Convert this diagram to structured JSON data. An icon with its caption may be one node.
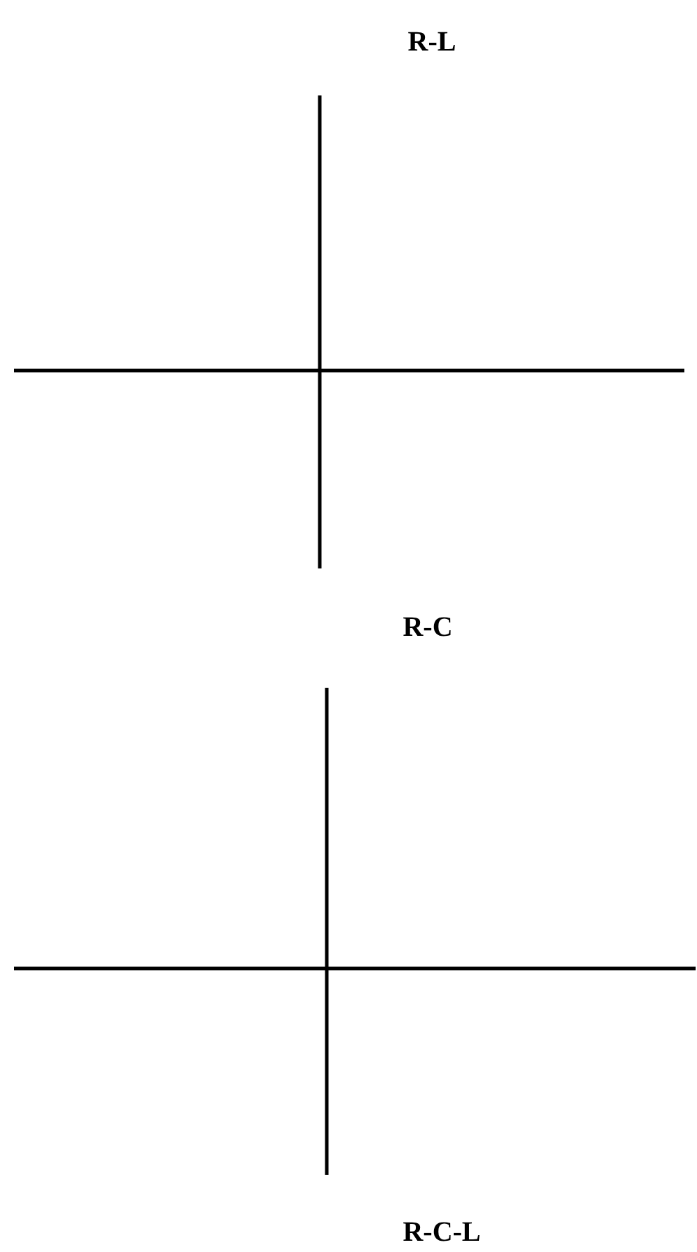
{
  "diagram": {
    "labels": [
      "R-L",
      "R-C",
      "R-C-L"
    ]
  }
}
